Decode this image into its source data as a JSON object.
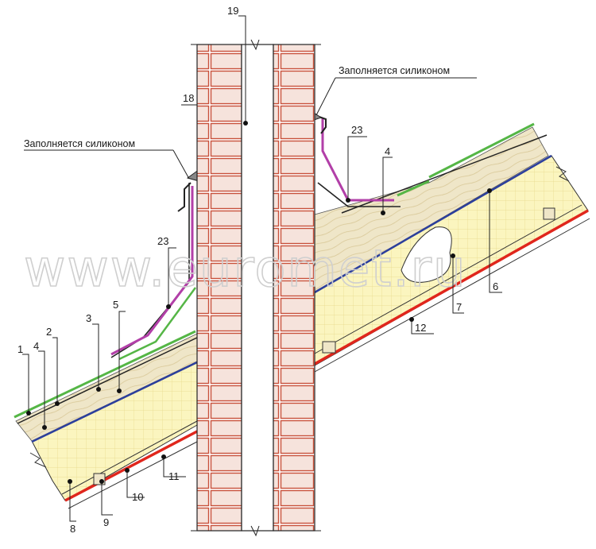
{
  "notes": {
    "left": "Заполняется силиконом",
    "right": "Заполняется силиконом"
  },
  "watermark": "www.euromet.ru",
  "labels": {
    "n1": "1",
    "n2": "2",
    "n3": "3",
    "n4_left": "4",
    "n4_right": "4",
    "n5": "5",
    "n6": "6",
    "n7": "7",
    "n8": "8",
    "n9": "9",
    "n10": "10",
    "n11": "11",
    "n12": "12",
    "n18": "18",
    "n19": "19",
    "n23_left": "23",
    "n23_right": "23"
  },
  "colors": {
    "brick": "#c8503a",
    "brick_fill": "#f4dcd3",
    "insulation": "#fbf5bf",
    "timber": "#efe6c8",
    "green": "#55b646",
    "blue": "#2c3f9c",
    "red": "#e0261c",
    "magenta": "#b23fa8",
    "line": "#222222"
  }
}
